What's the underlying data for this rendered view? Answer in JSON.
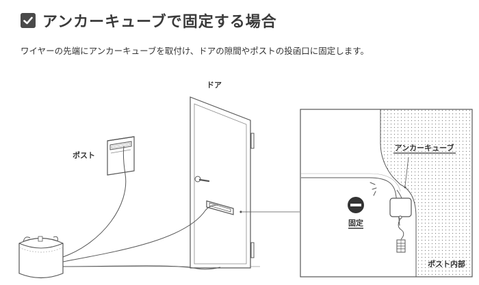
{
  "header": {
    "title": "アンカーキューブで固定する場合",
    "description": "ワイヤーの先端にアンカーキューブを取付け、ドアの隙間やポストの投函口に固定します。"
  },
  "diagram": {
    "label_door": "ドア",
    "label_post": "ポスト",
    "label_anchor_cube": "アンカーキューブ",
    "label_fixed": "固定",
    "label_post_inside": "ポスト内部"
  }
}
